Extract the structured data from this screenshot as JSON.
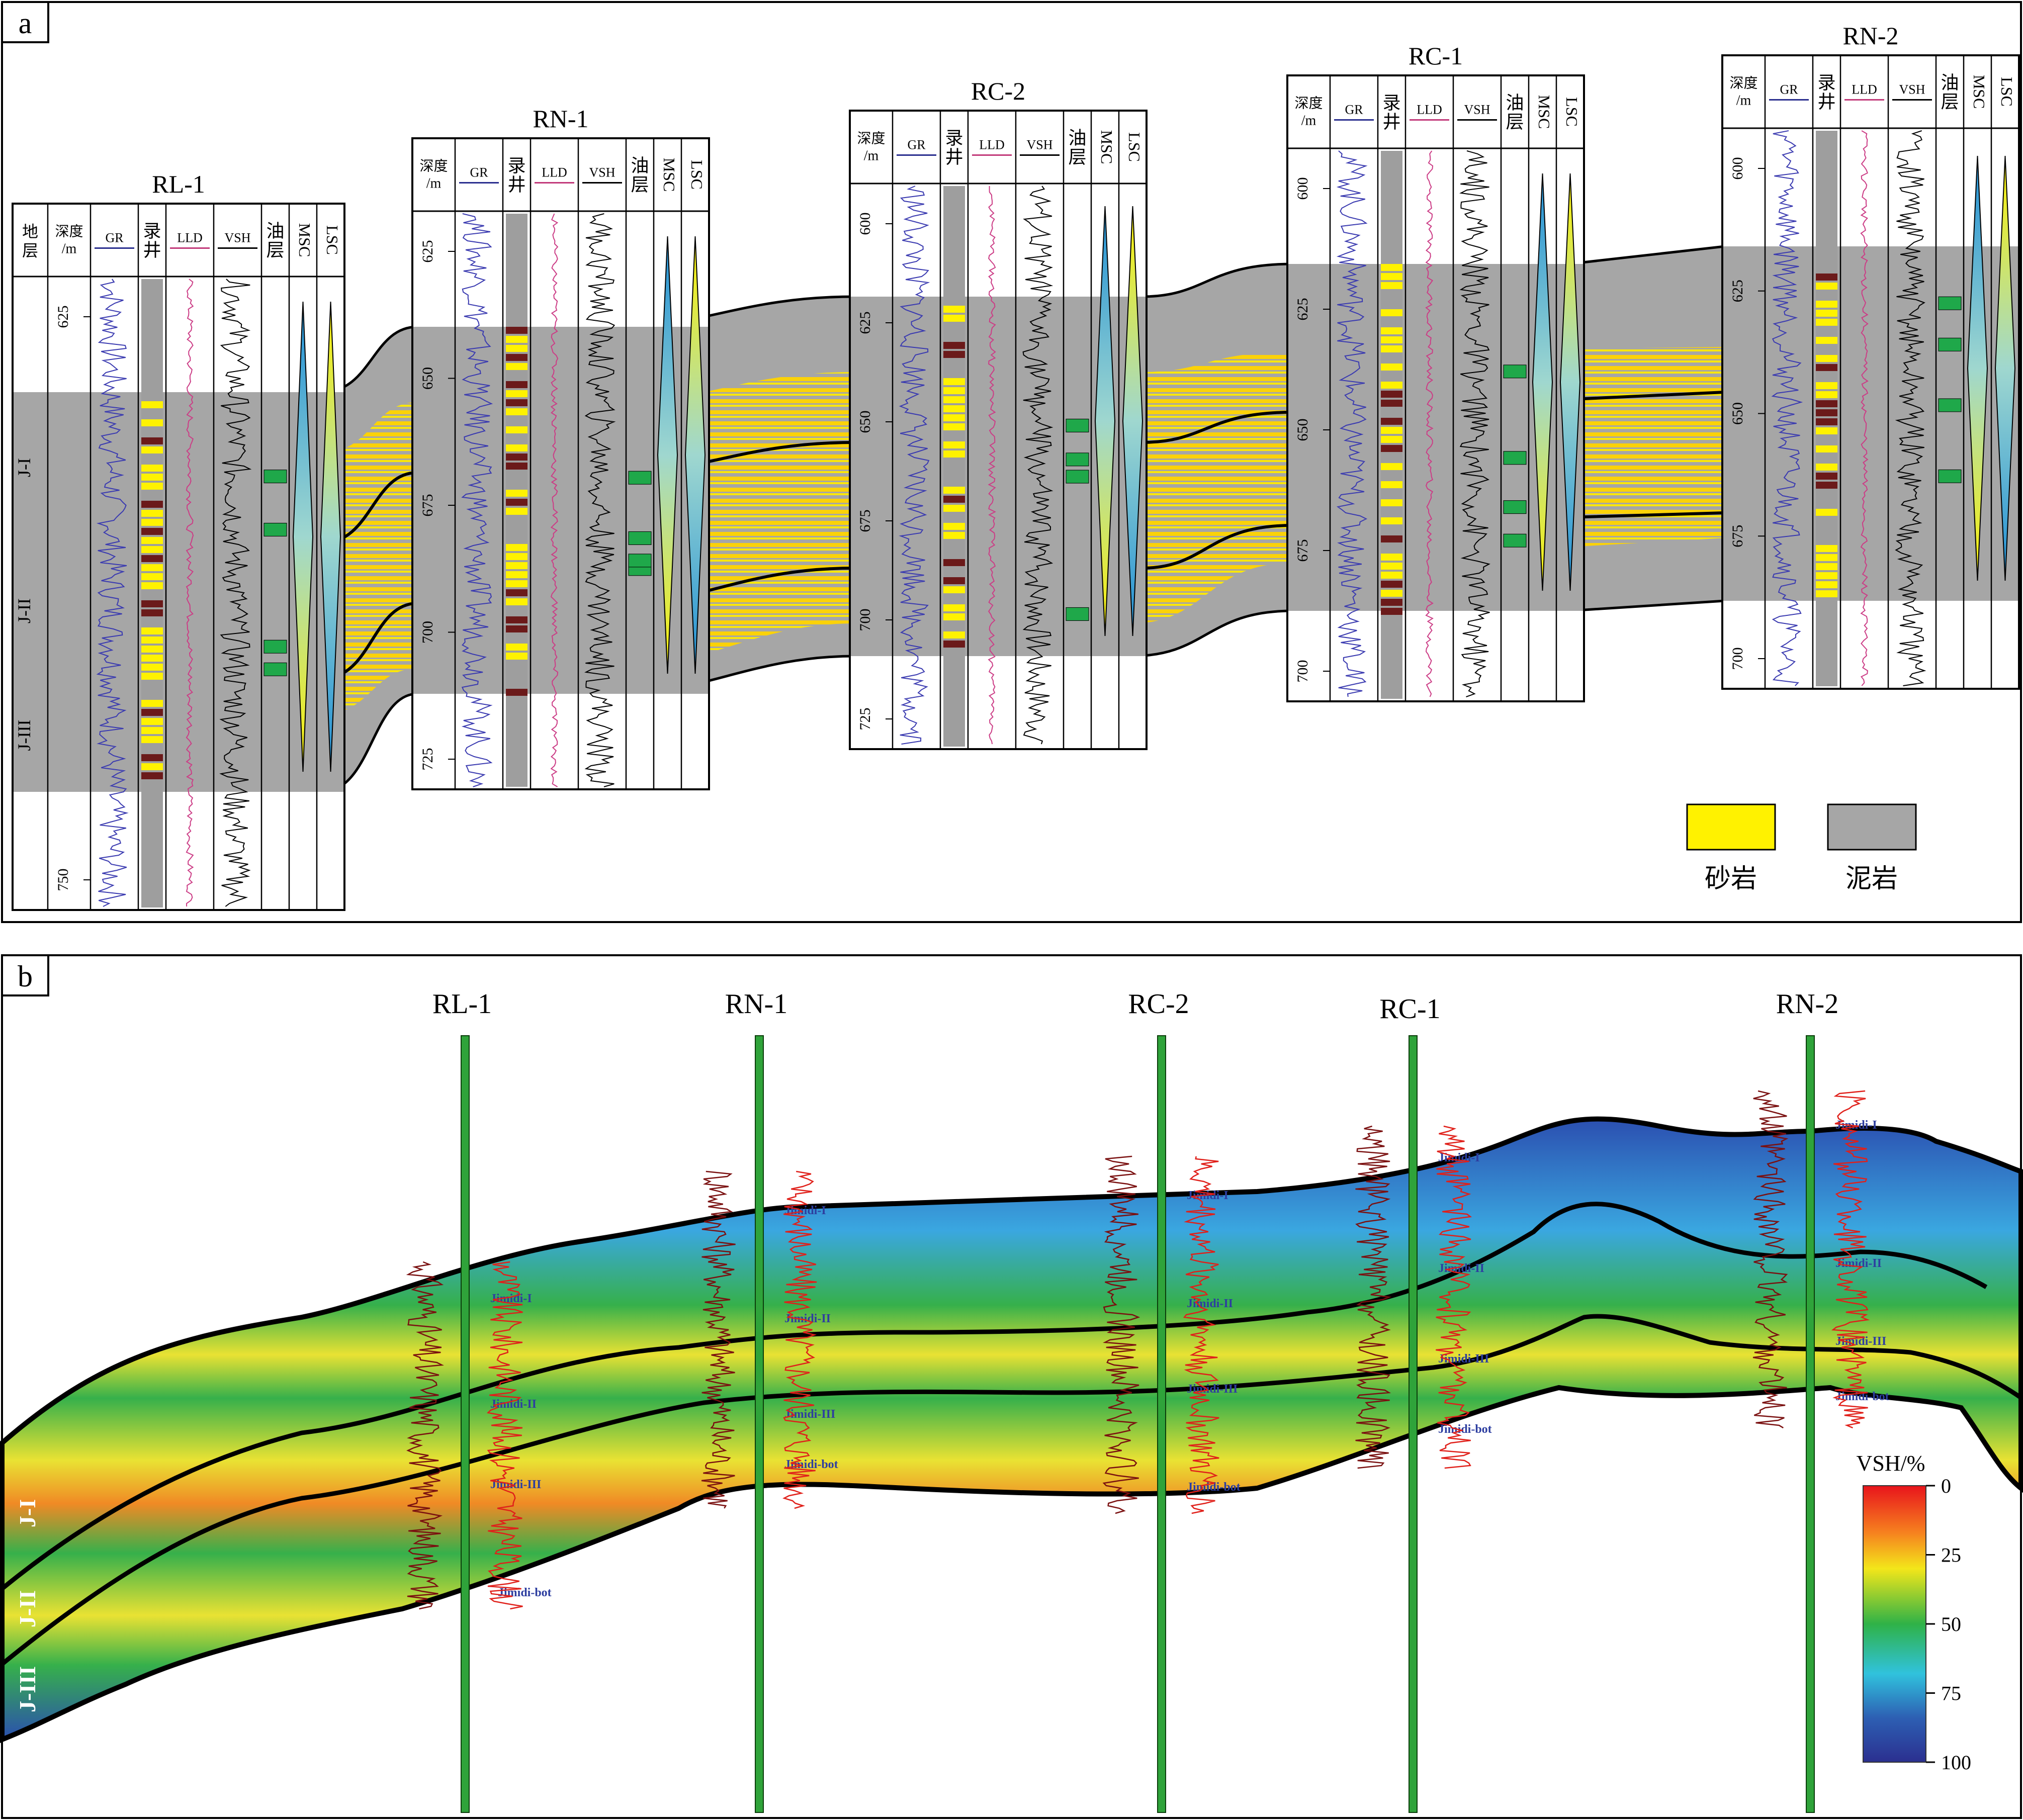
{
  "panel_a": {
    "label": "a",
    "legend": [
      {
        "name": "砂岩",
        "color": "#fff200"
      },
      {
        "name": "泥岩",
        "color": "#a6a6a6"
      }
    ],
    "column_labels": {
      "strata": "地层",
      "depth_cn": "深度",
      "depth_unit": "/m",
      "gr": "GR",
      "lith": "录井",
      "lld": "LLD",
      "vsh": "VSH",
      "oil": "油层",
      "msc": "MSC",
      "lsc": "LSC"
    },
    "zones": [
      "J-I",
      "J-II",
      "J-III"
    ],
    "wells": [
      {
        "name": "RL-1",
        "show_strata": true,
        "depth_ticks": [
          "625",
          "750"
        ]
      },
      {
        "name": "RN-1",
        "show_strata": false,
        "depth_ticks": [
          "625",
          "650",
          "675",
          "700",
          "725"
        ]
      },
      {
        "name": "RC-2",
        "show_strata": false,
        "depth_ticks": [
          "600",
          "625",
          "650",
          "675",
          "700",
          "725"
        ]
      },
      {
        "name": "RC-1",
        "show_strata": false,
        "depth_ticks": [
          "600",
          "625",
          "650",
          "675",
          "700"
        ]
      },
      {
        "name": "RN-2",
        "show_strata": false,
        "depth_ticks": [
          "600",
          "625",
          "650",
          "675",
          "700"
        ]
      }
    ]
  },
  "panel_b": {
    "label": "b",
    "wells": [
      "RL-1",
      "RN-1",
      "RC-2",
      "RC-1",
      "RN-2"
    ],
    "zones": [
      "J-I",
      "J-II",
      "J-III"
    ],
    "horizon_labels": [
      "Jimidi-I",
      "Jimidi-II",
      "Jimidi-III",
      "Jimidi-bot"
    ],
    "colorbar": {
      "title": "VSH/%",
      "ticks": [
        "0",
        "25",
        "50",
        "75",
        "100"
      ],
      "colors": [
        "#e8141c",
        "#f6811f",
        "#f3e61a",
        "#2fb247",
        "#30c2dd",
        "#2d5fb3",
        "#2b2f8f"
      ]
    }
  }
}
